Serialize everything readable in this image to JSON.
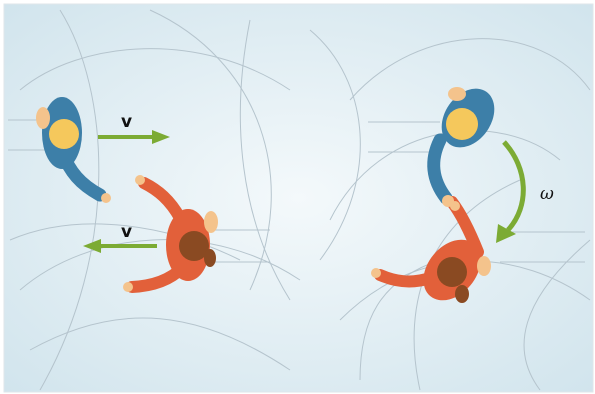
{
  "labels": {
    "velocity_top": "v",
    "velocity_bottom": "v",
    "angular_velocity": "ω"
  },
  "colors": {
    "background": "#e3f0f6",
    "arrow": "#7cab34",
    "person_blue": "#3d7fa8",
    "person_red": "#e2603a",
    "skin": "#f4c38c",
    "hair_blonde": "#f5c85c",
    "hair_brown": "#8a4a22",
    "guide_lines": "#b5c4cd"
  }
}
